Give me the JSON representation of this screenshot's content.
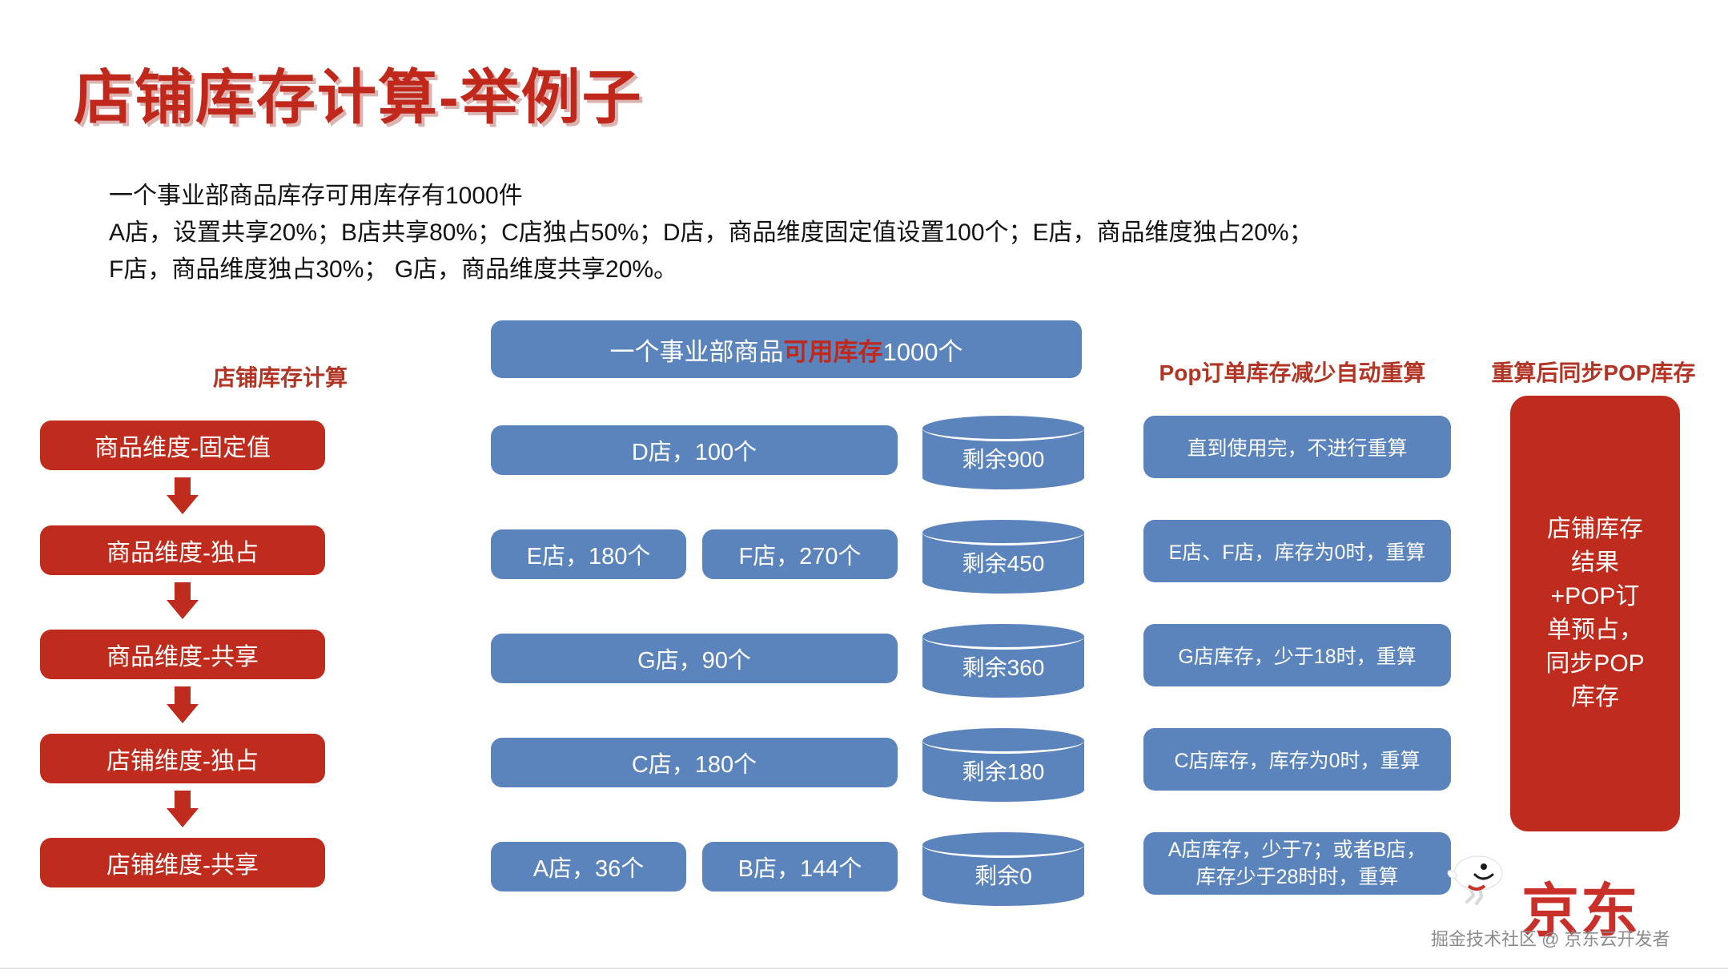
{
  "title": "店铺库存计算-举例子",
  "intro": {
    "line1": "一个事业部商品库存可用库存有1000件",
    "line2": "A店，设置共享20%；B店共享80%；C店独占50%；D店，商品维度固定值设置100个；E店，商品维度独占20%；",
    "line3": "F店，商品维度独占30%； G店，商品维度共享20%。"
  },
  "headers": {
    "left": "店铺库存计算",
    "recalc": "Pop订单库存减少自动重算",
    "sync": "重算后同步POP库存"
  },
  "banner": {
    "prefix": "一个事业部商品",
    "highlight": "可用库存",
    "suffix": "1000个"
  },
  "steps": [
    {
      "label": "商品维度-固定值"
    },
    {
      "label": "商品维度-独占"
    },
    {
      "label": "商品维度-共享"
    },
    {
      "label": "店铺维度-独占"
    },
    {
      "label": "店铺维度-共享"
    }
  ],
  "allocations": [
    {
      "primary": "D店，100个",
      "secondary": null
    },
    {
      "primary": "E店，180个",
      "secondary": "F店，270个"
    },
    {
      "primary": "G店，90个",
      "secondary": null
    },
    {
      "primary": "C店，180个",
      "secondary": null
    },
    {
      "primary": "A店，36个",
      "secondary": "B店，144个"
    }
  ],
  "remaining": [
    {
      "label": "剩余900"
    },
    {
      "label": "剩余450"
    },
    {
      "label": "剩余360"
    },
    {
      "label": "剩余180"
    },
    {
      "label": "剩余0"
    }
  ],
  "recalc_rules": [
    {
      "line1": "直到使用完，不进行重算",
      "line2": null
    },
    {
      "line1": "E店、F店，库存为0时，重算",
      "line2": null
    },
    {
      "line1": "G店库存，少于18时，重算",
      "line2": null
    },
    {
      "line1": "C店库存，库存为0时，重算",
      "line2": null
    },
    {
      "line1": "A店库存，少于7；或者B店，",
      "line2": "库存少于28时时，重算"
    }
  ],
  "result_box": {
    "l1": "店铺库存",
    "l2": "结果",
    "l3": "+POP订",
    "l4": "单预占，",
    "l5": "同步POP",
    "l6": "库存"
  },
  "watermark": {
    "logo": "京东",
    "text": "掘金技术社区 @ 京东云开发者"
  },
  "colors": {
    "red": "#BF2B1C",
    "blue": "#5B84BD",
    "title_red": "#C0281C",
    "header_red": "#B23424"
  }
}
